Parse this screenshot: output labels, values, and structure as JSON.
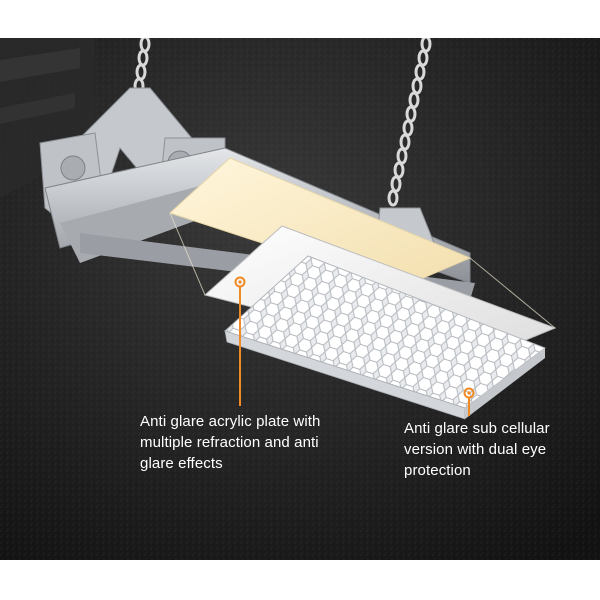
{
  "product_photo": {
    "subject": "linear high bay light with anti-glare acrylic plate and honeycomb grille",
    "colors": {
      "background_dark": "#1c1c1c",
      "housing": "#c9ccd0",
      "glow": "#fff1cf",
      "callout_orange": "#f08a24",
      "caption_text": "#ffffff"
    }
  },
  "callouts": [
    {
      "lines": [
        "Anti glare acrylic plate with",
        "multiple refraction and anti",
        "glare effects"
      ]
    },
    {
      "lines": [
        "Anti glare sub cellular",
        "version with dual eye",
        "protection"
      ]
    }
  ]
}
